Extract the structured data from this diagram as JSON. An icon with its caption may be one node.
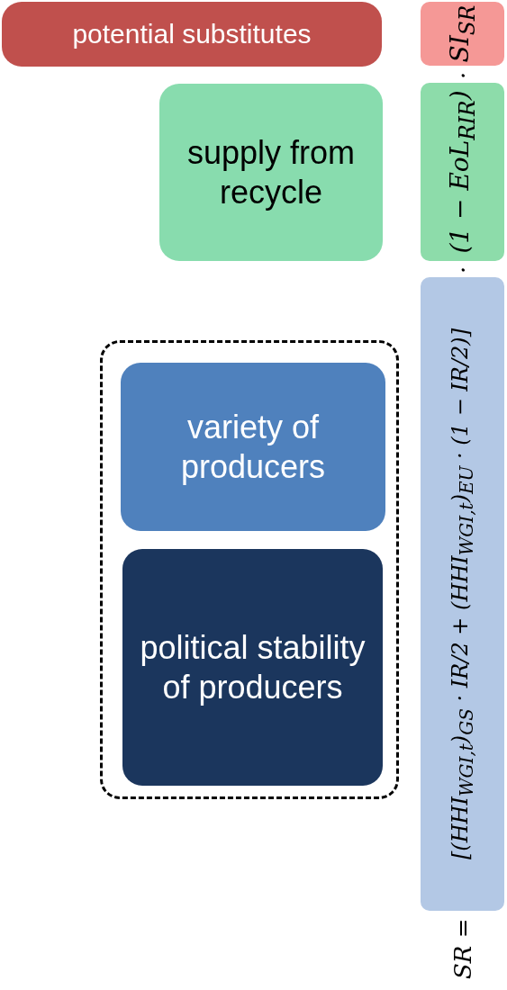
{
  "diagram": {
    "nodes": [
      {
        "text": [
          "potential substitutes"
        ]
      },
      {
        "text": [
          "supply from recycle"
        ]
      },
      {
        "text": [],
        "shape": "box"
      },
      {
        "text": [
          "variety of producers"
        ],
        "in": 2
      },
      {
        "text": [
          "political stability of producers"
        ],
        "in": 2
      },
      {
        "text": [
          "SI$_{SR}$"
        ]
      },
      {
        "text": [
          "(1 − EoL$_{RIR}$)"
        ]
      },
      {
        "text": [
          "[(HHI$_{WGI,t}$)$_{GS}$ · IR/2 + (HHI$_{WGI,t}$)$_{EU}$ · (1 − IR/2)]"
        ]
      }
    ],
    "edges": [],
    "labels": [
      "SR =",
      "·",
      "·"
    ]
  }
}
